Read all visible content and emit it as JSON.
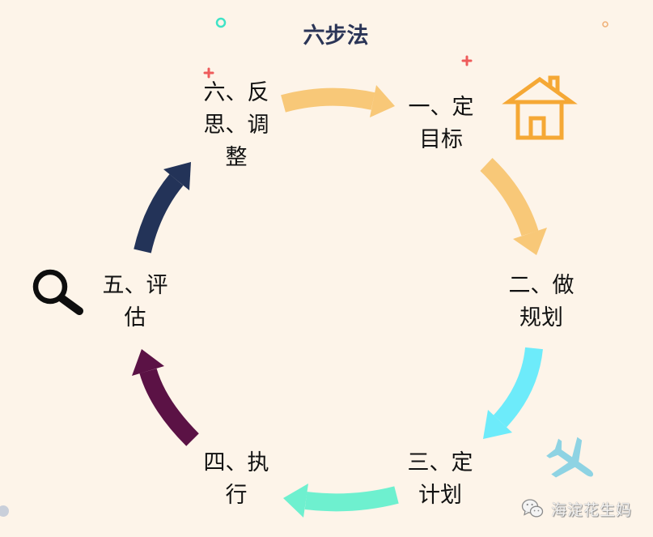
{
  "title": "六步法",
  "steps": [
    {
      "lines": [
        "一、定",
        "目标"
      ]
    },
    {
      "lines": [
        "二、做",
        "规划"
      ]
    },
    {
      "lines": [
        "三、定",
        "计划"
      ]
    },
    {
      "lines": [
        "四、执",
        "行"
      ]
    },
    {
      "lines": [
        "五、评",
        "估"
      ]
    },
    {
      "lines": [
        "六、反",
        "思、调",
        "整"
      ]
    }
  ],
  "icons": {
    "house": "house-icon",
    "magnifier": "magnifying-glass-icon",
    "airplane": "airplane-icon",
    "wechat": "wechat-icon"
  },
  "colors": {
    "arrow_1": "#F8C878",
    "arrow_2": "#F8C878",
    "arrow_3": "#6DEBFA",
    "arrow_4": "#6EF0CF",
    "arrow_5": "#5B1245",
    "arrow_6": "#233358",
    "house": "#F5A835",
    "magnifier": "#0E0E0E",
    "airplane": "#8ED3E3"
  },
  "watermark": {
    "text": "海淀花生妈"
  }
}
